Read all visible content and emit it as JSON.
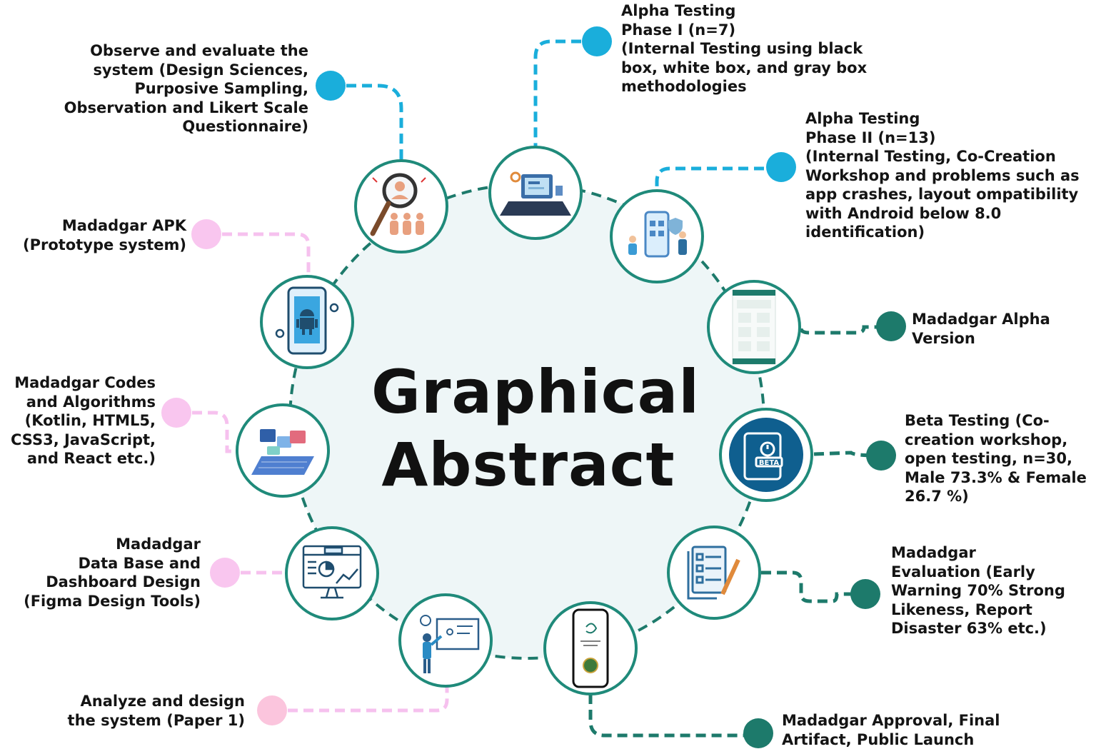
{
  "title_line1": "Graphical",
  "title_line2": "Abstract",
  "colors": {
    "teal_dark": "#1d7a6b",
    "teal_ring": "#1f8a7a",
    "cyan": "#1aaedb",
    "pink": "#f6c1ee",
    "center_fill": "#eef6f7",
    "beta_blue": "#0f5f8f"
  },
  "nodes": [
    {
      "icon": "magnifier-people-icon",
      "label": "Observe and evaluate the\nsystem (Design Sciences,\nPurposive Sampling,\nObservation and Likert Scale\nQuestionnaire)"
    },
    {
      "icon": "laptop-testing-icon",
      "label": "Alpha Testing\nPhase I (n=7)\n(Internal Testing using black\nbox, white box, and gray box\nmethodologies"
    },
    {
      "icon": "mobile-cocreation-icon",
      "label": "Alpha Testing\nPhase II (n=13)\n(Internal Testing, Co-Creation\nWorkshop and problems such as\napp crashes, layout ompatibility\nwith Android below 8.0\nidentification)"
    },
    {
      "icon": "app-screen-icon",
      "label": "Madadgar Alpha\nVersion"
    },
    {
      "icon": "beta-phone-icon",
      "badge": "BETA",
      "label": "Beta Testing (Co-\ncreation workshop,\nopen testing, n=30,\nMale 73.3% & Female\n26.7 %)"
    },
    {
      "icon": "checklist-evaluation-icon",
      "label": "Madadgar\nEvaluation (Early\nWarning 70% Strong\nLikeness, Report\nDisaster 63% etc.)"
    },
    {
      "icon": "phone-launch-icon",
      "label": "Madadgar Approval, Final\nArtifact, Public Launch"
    },
    {
      "icon": "whiteboard-design-icon",
      "label": "Analyze and design\nthe system (Paper 1)"
    },
    {
      "icon": "dashboard-monitor-icon",
      "label": "Madadgar\nData Base and\nDashboard Design\n(Figma Design Tools)"
    },
    {
      "icon": "laptop-code-icon",
      "label": "Madadgar Codes\nand Algorithms\n(Kotlin, HTML5,\nCSS3, JavaScript,\nand React etc.)"
    },
    {
      "icon": "android-phone-icon",
      "label": "Madadgar APK\n(Prototype system)"
    }
  ]
}
